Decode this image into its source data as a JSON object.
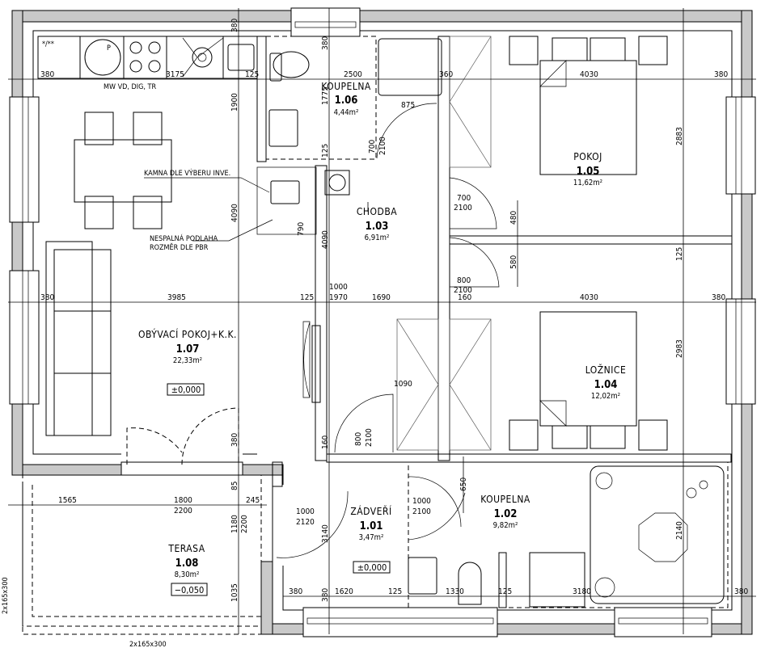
{
  "rooms": {
    "r106": {
      "name": "KOUPELNA",
      "number": "1.06",
      "area": "4,44m²"
    },
    "r105": {
      "name": "POKOJ",
      "number": "1.05",
      "area": "11,62m²"
    },
    "r103": {
      "name": "CHODBA",
      "number": "1.03",
      "area": "6,91m²"
    },
    "r107": {
      "name": "OBÝVACÍ POKOJ+K.K.",
      "number": "1.07",
      "area": "22,33m²",
      "level": "±0,000"
    },
    "r104": {
      "name": "LOŽNICE",
      "number": "1.04",
      "area": "12,02m²"
    },
    "r101": {
      "name": "ZÁDVEŘÍ",
      "number": "1.01",
      "area": "3,47m²",
      "level": "±0,000"
    },
    "r102": {
      "name": "KOUPELNA",
      "number": "1.02",
      "area": "9,82m²"
    },
    "r108": {
      "name": "TERASA",
      "number": "1.08",
      "area": "8,30m²",
      "level": "−0,050"
    }
  },
  "notes": {
    "kitchen_appliances": "MW   VD, DIG, TR",
    "fridge_symbol": "*/**",
    "oven_symbol": "P",
    "stove": "KAMNA DLE VÝBERU INVE.",
    "floor_1": "NESPALNÁ PODLAHA",
    "floor_2": "ROZMĚR DLE PBR",
    "stairs_bottom": "2x165x300",
    "stairs_left": "2x165x300"
  },
  "dims": [
    "380",
    "3175",
    "125",
    "2500",
    "360",
    "4030",
    "380",
    "380",
    "380",
    "1775",
    "1900",
    "875",
    "700",
    "2100",
    "125",
    "700",
    "2100",
    "480",
    "2883",
    "4090",
    "790",
    "4090",
    "125",
    "580",
    "800",
    "2100",
    "1000",
    "1970",
    "380",
    "3985",
    "125",
    "1690",
    "160",
    "4030",
    "380",
    "2983",
    "1090",
    "800",
    "2100",
    "380",
    "160",
    "650",
    "85",
    "1565",
    "1800",
    "2200",
    "245",
    "1000",
    "2100",
    "1000",
    "2120",
    "1180",
    "2200",
    "3140",
    "2140",
    "1035",
    "380",
    "380",
    "1620",
    "125",
    "1330",
    "125",
    "3180",
    "380"
  ]
}
